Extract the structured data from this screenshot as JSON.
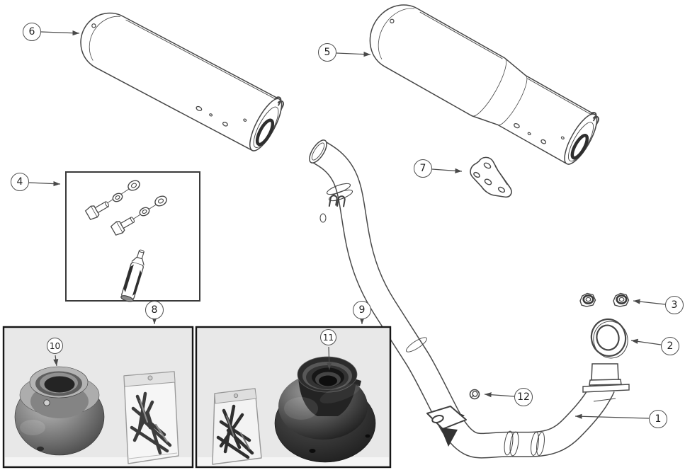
{
  "callouts": [
    {
      "label": "1"
    },
    {
      "label": "2"
    },
    {
      "label": "3"
    },
    {
      "label": "4"
    },
    {
      "label": "5"
    },
    {
      "label": "6"
    },
    {
      "label": "7"
    },
    {
      "label": "8"
    },
    {
      "label": "9"
    },
    {
      "label": "10"
    },
    {
      "label": "11"
    },
    {
      "label": "12"
    }
  ],
  "colors": {
    "line_art": "#464646",
    "leader": "#4a4a4a",
    "photo_background": "#e8e8e8",
    "photo_border": "#161616",
    "background": "#ffffff"
  }
}
